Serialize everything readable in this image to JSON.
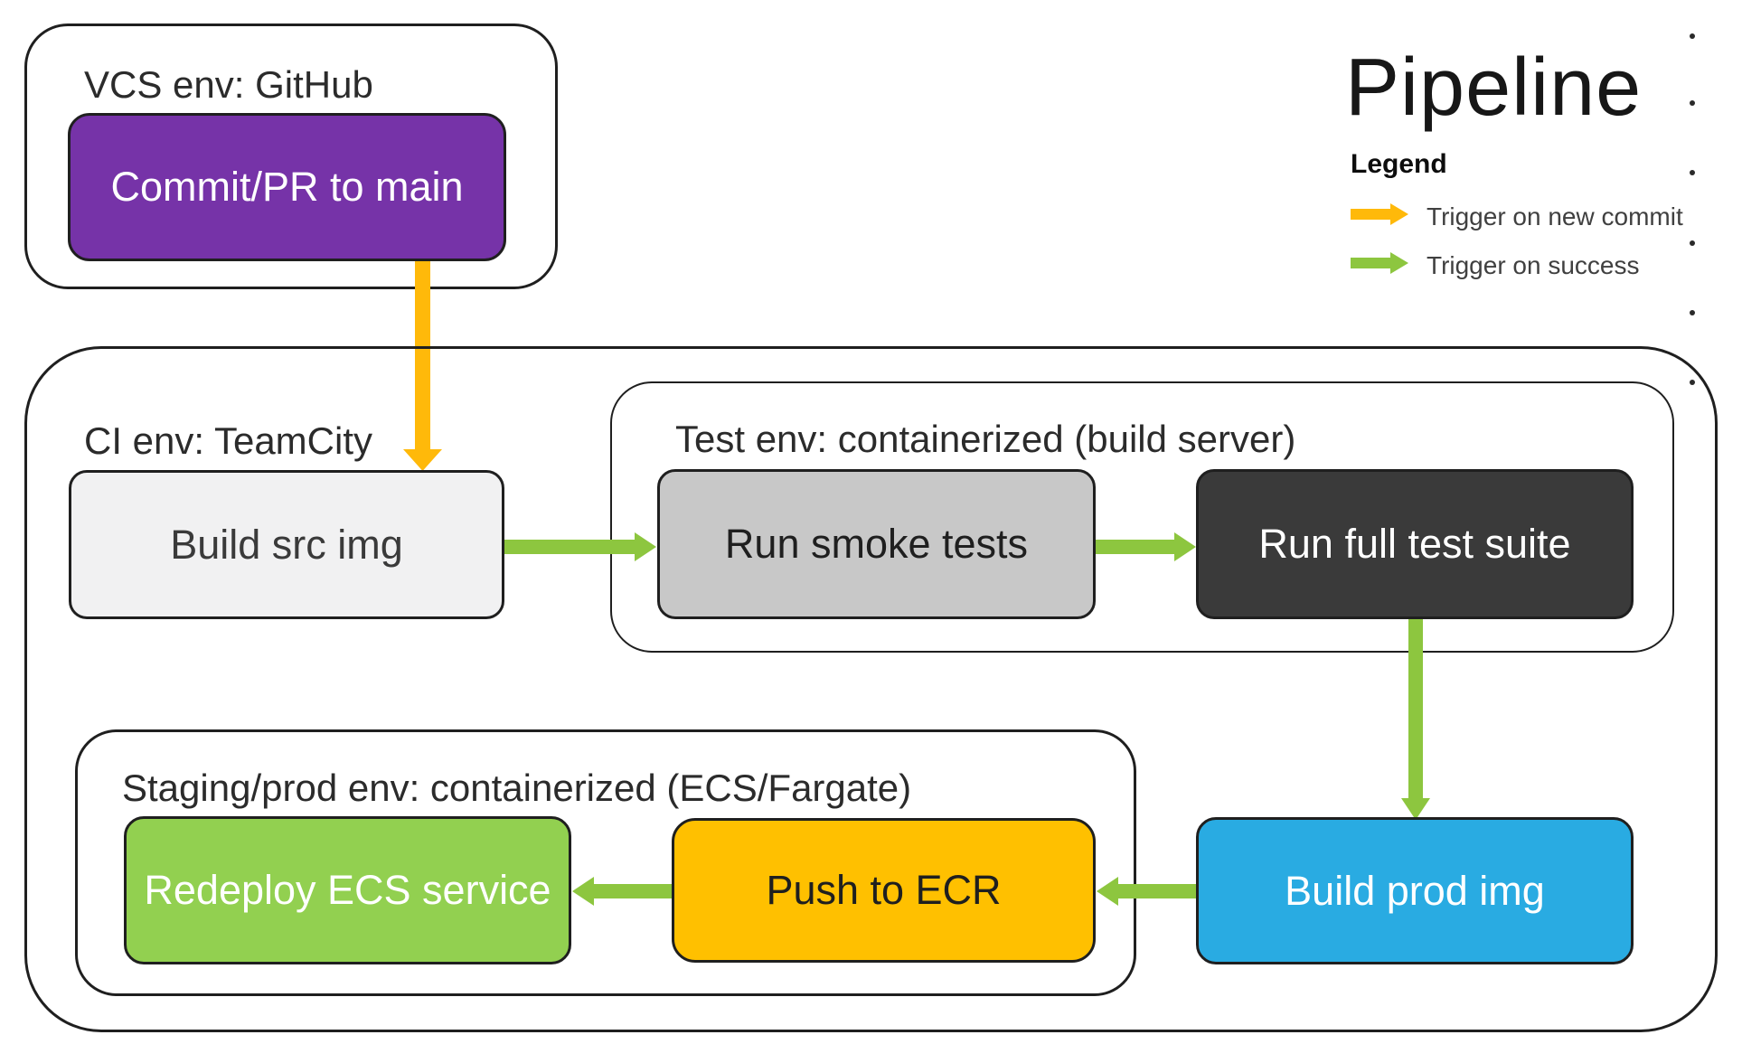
{
  "title": "Pipeline",
  "legend": {
    "heading": "Legend",
    "items": [
      {
        "id": "trigger-new-commit",
        "label": "Trigger on new commit",
        "color_key": "orange"
      },
      {
        "id": "trigger-success",
        "label": "Trigger on success",
        "color_key": "green"
      }
    ]
  },
  "containers": {
    "vcs": {
      "label": "VCS env: GitHub"
    },
    "ci": {
      "label": "CI env: TeamCity"
    },
    "test": {
      "label": "Test env: containerized (build server)"
    },
    "staging": {
      "label": "Staging/prod env: containerized (ECS/Fargate)"
    }
  },
  "nodes": {
    "commit": {
      "label": "Commit/PR to main",
      "bg": "#7633A8",
      "fg": "#FFFFFF"
    },
    "build_src": {
      "label": "Build src img",
      "bg": "#F1F1F2",
      "fg": "#3A3A3A"
    },
    "smoke": {
      "label": "Run smoke tests",
      "bg": "#C8C8C8",
      "fg": "#1F1F1F"
    },
    "full_suite": {
      "label": "Run full test suite",
      "bg": "#3A3A3A",
      "fg": "#FFFFFF"
    },
    "redeploy": {
      "label": "Redeploy ECS service",
      "bg": "#92D050",
      "fg": "#FFFFFF"
    },
    "push_ecr": {
      "label": "Push to ECR",
      "bg": "#FFC000",
      "fg": "#1F1F1F"
    },
    "build_prod": {
      "label": "Build prod img",
      "bg": "#29ABE2",
      "fg": "#FFFFFF"
    }
  },
  "colors": {
    "orange": "#FFB90A",
    "green": "#8DC63F"
  },
  "edges": [
    {
      "from": "commit",
      "to": "build_src",
      "trigger": "new commit",
      "color_key": "orange"
    },
    {
      "from": "build_src",
      "to": "smoke",
      "trigger": "success",
      "color_key": "green"
    },
    {
      "from": "smoke",
      "to": "full_suite",
      "trigger": "success",
      "color_key": "green"
    },
    {
      "from": "full_suite",
      "to": "build_prod",
      "trigger": "success",
      "color_key": "green"
    },
    {
      "from": "build_prod",
      "to": "push_ecr",
      "trigger": "success",
      "color_key": "green"
    },
    {
      "from": "push_ecr",
      "to": "redeploy",
      "trigger": "success",
      "color_key": "green"
    }
  ]
}
